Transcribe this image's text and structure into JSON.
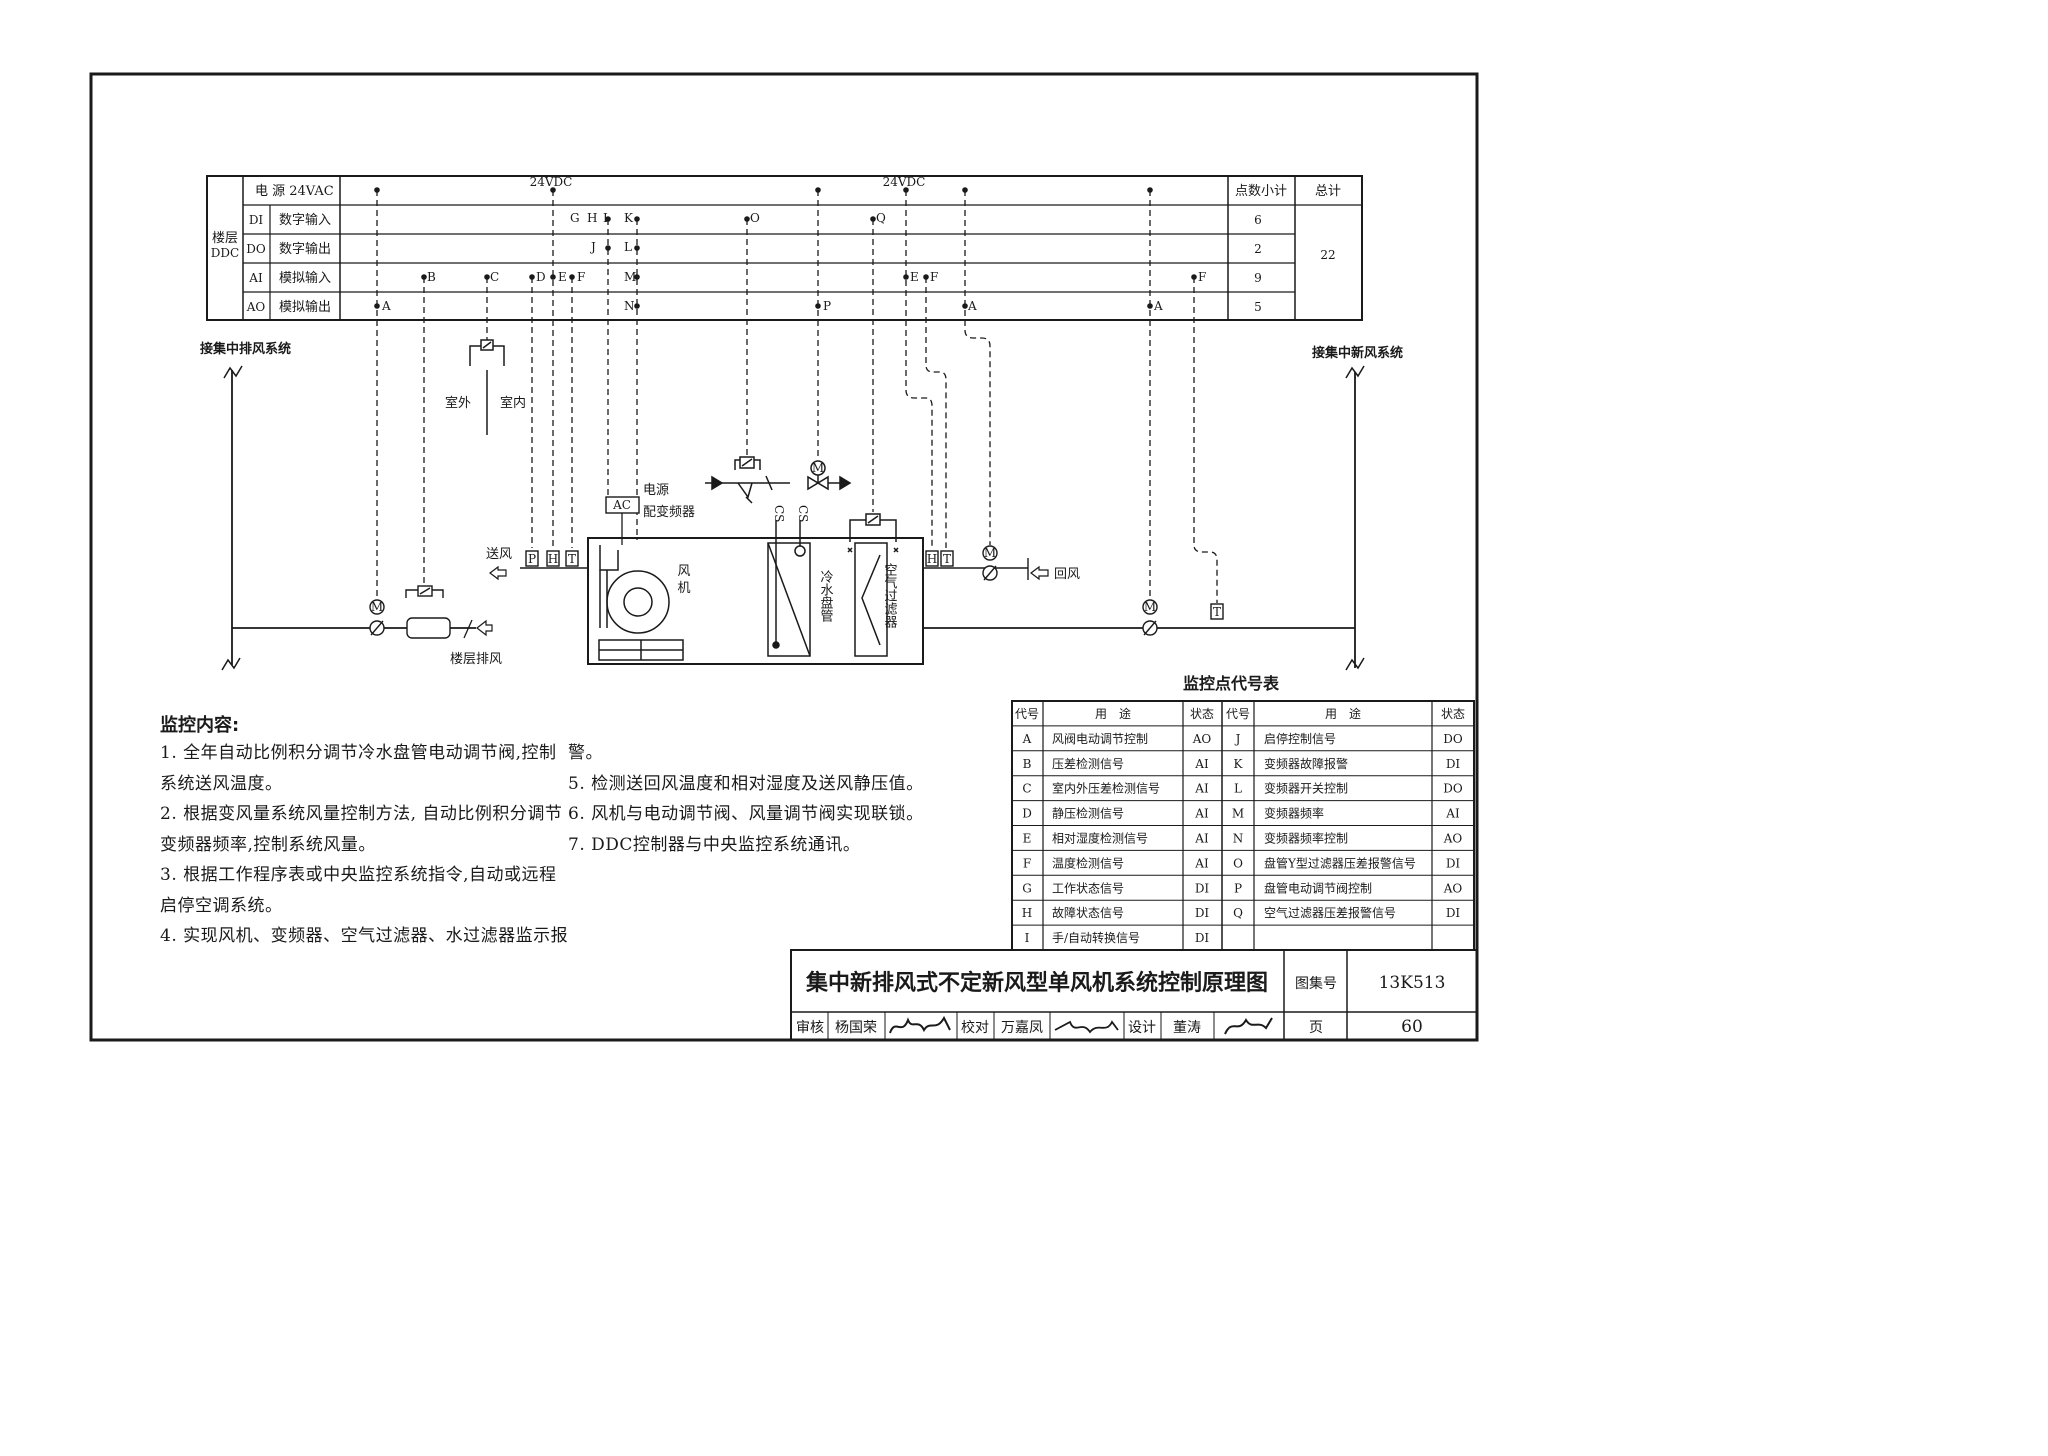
{
  "ddc": {
    "label_line1": "楼层",
    "label_line2": "DDC",
    "rows": [
      {
        "code": "",
        "name": "电 源 24VAC",
        "count": ""
      },
      {
        "code": "DI",
        "name": "数字输入",
        "count": "6"
      },
      {
        "code": "DO",
        "name": "数字输出",
        "count": "2"
      },
      {
        "code": "AI",
        "name": "模拟输入",
        "count": "9"
      },
      {
        "code": "AO",
        "name": "模拟输出",
        "count": "5"
      }
    ],
    "subtotal_header": "点数小计",
    "total_header": "总计",
    "total_value": "22",
    "v24dc": "24VDC"
  },
  "diagram": {
    "exhaust_connect": "接集中排风系统",
    "fresh_connect": "接集中新风系统",
    "outdoor": "室外",
    "indoor": "室内",
    "power_line1": "电源",
    "power_line2": "配变频器",
    "ac": "AC",
    "supply_air": "送风",
    "return_air": "回风",
    "floor_exhaust": "楼层排风",
    "fan": "风机",
    "coil": "冷水盘管",
    "filter": "空气过滤器",
    "cs": "CS",
    "t": "T",
    "h": "H",
    "p": "P",
    "m": "M",
    "letters": {
      "A": "A",
      "B": "B",
      "C": "C",
      "D": "D",
      "E": "E",
      "F": "F",
      "G": "G",
      "H": "H",
      "I": "I",
      "J": "J",
      "K": "K",
      "L": "L",
      "M": "M",
      "N": "N",
      "O": "O",
      "P": "P",
      "Q": "Q"
    }
  },
  "notes": {
    "title": "监控内容:",
    "col1": [
      "1. 全年自动比例积分调节冷水盘管电动调节阀,控制",
      "系统送风温度。",
      "2. 根据变风量系统风量控制方法, 自动比例积分调节",
      "变频器频率,控制系统风量。",
      "3. 根据工作程序表或中央监控系统指令,自动或远程",
      "启停空调系统。",
      "4. 实现风机、变频器、空气过滤器、水过滤器监示报"
    ],
    "col2": [
      "警。",
      "5. 检测送回风温度和相对湿度及送风静压值。",
      "6. 风机与电动调节阀、风量调节阀实现联锁。",
      "7. DDC控制器与中央监控系统通讯。"
    ]
  },
  "codes_table": {
    "title": "监控点代号表",
    "headers": {
      "code": "代号",
      "use": "用　途",
      "state": "状态"
    },
    "left": [
      {
        "code": "A",
        "use": "风阀电动调节控制",
        "state": "AO"
      },
      {
        "code": "B",
        "use": "压差检测信号",
        "state": "AI"
      },
      {
        "code": "C",
        "use": "室内外压差检测信号",
        "state": "AI"
      },
      {
        "code": "D",
        "use": "静压检测信号",
        "state": "AI"
      },
      {
        "code": "E",
        "use": "相对湿度检测信号",
        "state": "AI"
      },
      {
        "code": "F",
        "use": "温度检测信号",
        "state": "AI"
      },
      {
        "code": "G",
        "use": "工作状态信号",
        "state": "DI"
      },
      {
        "code": "H",
        "use": "故障状态信号",
        "state": "DI"
      },
      {
        "code": "I",
        "use": "手/自动转换信号",
        "state": "DI"
      }
    ],
    "right": [
      {
        "code": "J",
        "use": "启停控制信号",
        "state": "DO"
      },
      {
        "code": "K",
        "use": "变频器故障报警",
        "state": "DI"
      },
      {
        "code": "L",
        "use": "变频器开关控制",
        "state": "DO"
      },
      {
        "code": "M",
        "use": "变频器频率",
        "state": "AI"
      },
      {
        "code": "N",
        "use": "变频器频率控制",
        "state": "AO"
      },
      {
        "code": "O",
        "use": "盘管Y型过滤器压差报警信号",
        "state": "DI"
      },
      {
        "code": "P",
        "use": "盘管电动调节阀控制",
        "state": "AO"
      },
      {
        "code": "Q",
        "use": "空气过滤器压差报警信号",
        "state": "DI"
      }
    ]
  },
  "title_block": {
    "title": "集中新排风式不定新风型单风机系统控制原理图",
    "atlas_label": "图集号",
    "atlas_no": "13K513",
    "review_label": "审核",
    "reviewer": "杨国荣",
    "check_label": "校对",
    "checker": "万嘉凤",
    "design_label": "设计",
    "designer": "董涛",
    "page_label": "页",
    "page_no": "60"
  }
}
